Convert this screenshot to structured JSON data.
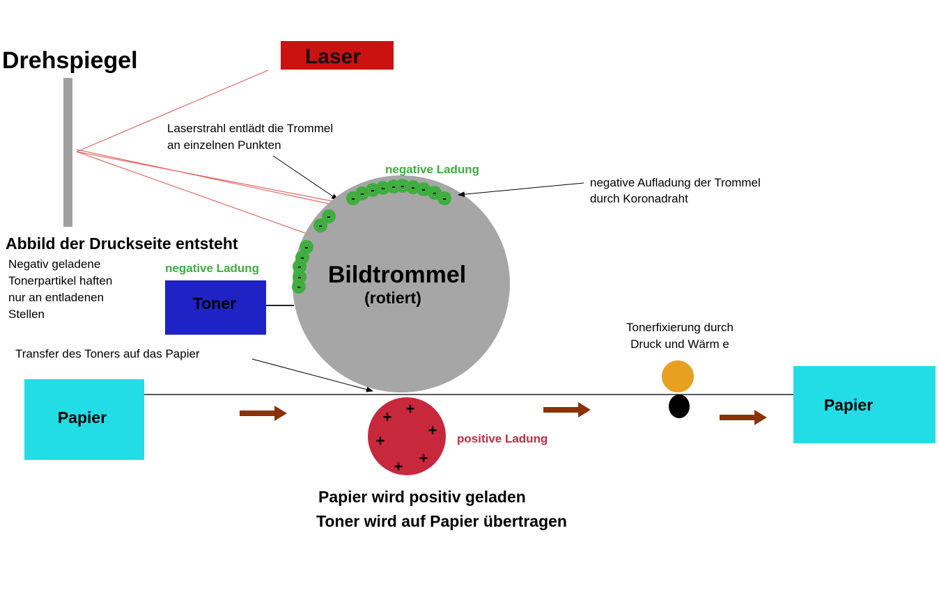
{
  "labels": {
    "mirror_title": "Drehspiegel",
    "laser": "Laser",
    "laser_note_line1": "Laserstrahl entlädt die Trommel",
    "laser_note_line2": "an einzelnen Punkten",
    "negative_charge_drum": "negative Ladung",
    "drum_charging_line1": "negative Aufladung der Trommel",
    "drum_charging_line2": "durch Koronadraht",
    "image_forms": "Abbild der Druckseite entsteht",
    "toner_note_line1": "Negativ geladene",
    "toner_note_line2": "Tonerpartikel haften",
    "toner_note_line3": "nur an entladenen",
    "toner_note_line4": "Stellen",
    "negative_charge_toner": "negative Ladung",
    "toner": "Toner",
    "drum_title": "Bildtrommel",
    "drum_subtitle": "(rotiert)",
    "transfer_note": "Transfer des Toners auf das Papier",
    "fixing_line1": "Tonerfixierung durch",
    "fixing_line2": "Druck und Wärm e",
    "paper_left": "Papier",
    "paper_right": "Papier",
    "positive_charge": "positive Ladung",
    "paper_charged": "Papier wird positiv geladen",
    "toner_transferred": "Toner wird auf Papier übertragen"
  },
  "charge_symbols": {
    "negative": "-",
    "positive": "+"
  },
  "colors": {
    "laser_box": "#cc1111",
    "laser_beam": "#e06a6a",
    "mirror": "#a0a0a0",
    "drum": "#a6a6a6",
    "toner_box": "#1f22c4",
    "paper": "#22dde6",
    "charge_green": "#3fae3f",
    "transfer_roller": "#c8283c",
    "heat_roller": "#e8a020",
    "pressure_roller": "#000000",
    "arrow": "#8b3208"
  }
}
